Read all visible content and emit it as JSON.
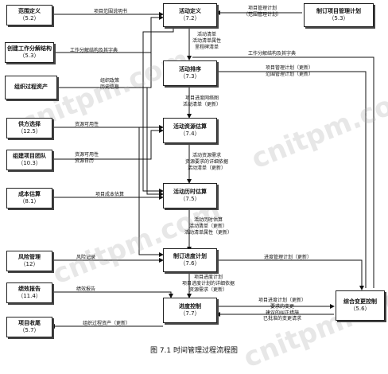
{
  "figure": {
    "caption": "图 7.1    时间管理过程流程图",
    "watermark": "cnitpm.com"
  },
  "left_boxes": {
    "scope_def": {
      "name": "范围定义",
      "code": "（5.2）"
    },
    "wbs": {
      "name": "创建工作分解结构",
      "code": "（5.3）"
    },
    "opa": {
      "name": "组织过程资产"
    },
    "procurement": {
      "name": "供方选择",
      "code": "（12.5）"
    },
    "team": {
      "name": "组建项目团队",
      "code": "（10.3）"
    },
    "cost": {
      "name": "成本估算",
      "code": "（8.1）"
    },
    "risk": {
      "name": "风险管理",
      "code": "（12）"
    },
    "performance": {
      "name": "绩效报告",
      "code": "（11.4）"
    },
    "closure": {
      "name": "项目收尾",
      "code": "（5.7）"
    }
  },
  "center_boxes": {
    "activity_def": {
      "name": "活动定义",
      "code": "（7.2）"
    },
    "sequencing": {
      "name": "活动排序",
      "code": "（7.3）"
    },
    "resource_est": {
      "name": "活动资源估算",
      "code": "（7.4）"
    },
    "duration_est": {
      "name": "活动历时估算",
      "code": "（7.5）"
    },
    "schedule_dev": {
      "name": "制订进度计划",
      "code": "（7.6）"
    },
    "schedule_ctrl": {
      "name": "进度控制",
      "code": "（7.7）"
    }
  },
  "right_boxes": {
    "pm_plan": {
      "name": "制订项目管理计划",
      "code": "（5.3）"
    },
    "change_ctrl": {
      "name": "综合变更控制",
      "code": "（5.6）"
    }
  },
  "labels": {
    "scope_statement": "项目范围说明书",
    "wbs_dict": "工作分解结构及其字典",
    "opa_detail": [
      "组织政策",
      "历史信息"
    ],
    "pm_plan_in": [
      "项目管理计划",
      "（范围管理计划）"
    ],
    "after_def": [
      "活动清单",
      "活动清单属性",
      "里程碑清单"
    ],
    "wbs_dict_right": "工作分解结构及其字典",
    "seq_out": [
      "项目管理计划（更新）",
      "范围管理计划（更新）"
    ],
    "after_seq": [
      "项目进度网络图",
      "活动清单（更新）"
    ],
    "resource_avail_1": "资源可用性",
    "resource_avail_2": [
      "资源可用性",
      "资源日历"
    ],
    "after_res": [
      "活动资源需求",
      "资源要求的详细依据",
      "活动清单（更新）"
    ],
    "cost_est": "项目成本估算",
    "after_dur": [
      "活动历时估算",
      "活动清单（更新）",
      "活动清单属性（更新）"
    ],
    "risk_reg": "风险记录",
    "sched_out": "进度管理计划（更新）",
    "perf_rep": "绩效报告",
    "after_dev": [
      "项目进度计划",
      "项目进度计划的详细依据",
      "资源需求（更新）"
    ],
    "ctrl_out": [
      "项目进度计划（更新）",
      "要求的变更",
      "建议的纠正措施",
      "已批准的变更请求"
    ],
    "opa_update": "组织过程资产（更新）"
  }
}
